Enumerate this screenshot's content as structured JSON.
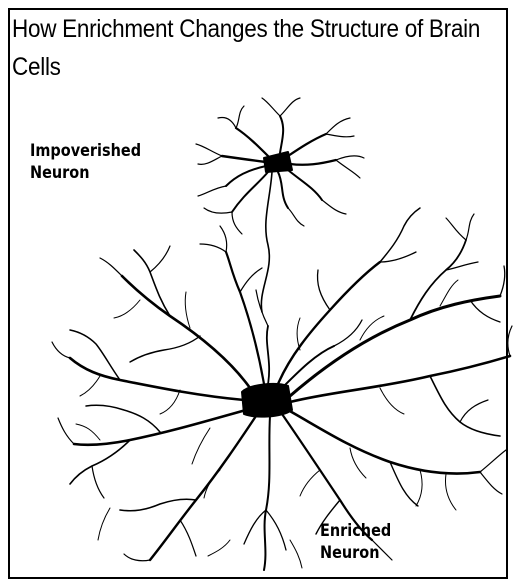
{
  "figure": {
    "title": "How Enrichment Changes the Structure of Brain Cells",
    "labels": {
      "impoverished": [
        "Impoverished",
        "Neuron"
      ],
      "enriched": [
        "Enriched",
        "Neuron"
      ]
    }
  }
}
